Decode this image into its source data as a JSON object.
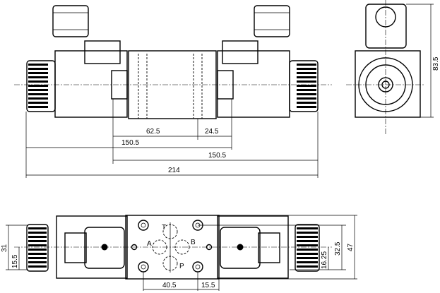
{
  "front_view": {
    "dimensions": [
      "62.5",
      "24.5",
      "150.5",
      "150.5",
      "214"
    ]
  },
  "side_view": {
    "dimensions": [
      "83.5"
    ]
  },
  "bottom_view": {
    "dimensions": [
      "31",
      "15.5",
      "16.25",
      "32.5",
      "47",
      "40.5",
      "15.5"
    ],
    "ports": [
      "T",
      "A",
      "B",
      "P"
    ]
  }
}
